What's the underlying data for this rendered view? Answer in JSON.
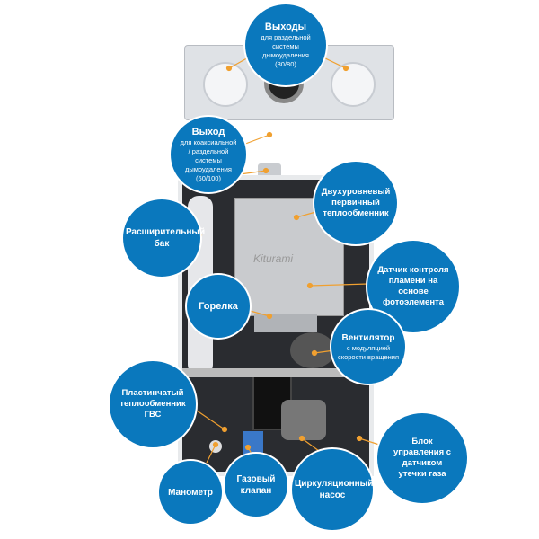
{
  "callouts": [
    {
      "title": "Выходы",
      "sub": "для раздельной системы дымоудаления (80/80)"
    },
    {
      "title": "Выход",
      "sub": "для коаксиальной / раздельной системы дымоудаления (60/100)"
    },
    {
      "title": "Двухуровневый первичный теплообменник",
      "sub": ""
    },
    {
      "title": "Расширительный бак",
      "sub": ""
    },
    {
      "title": "Датчик контроля пламени на основе фотоэлемента",
      "sub": ""
    },
    {
      "title": "Горелка",
      "sub": ""
    },
    {
      "title": "Вентилятор",
      "sub": "с модуляцией скорости вращения"
    },
    {
      "title": "Пластинчатый теплообменник ГВС",
      "sub": ""
    },
    {
      "title": "Блок управления с датчиком утечки газа",
      "sub": ""
    },
    {
      "title": "Манометр",
      "sub": ""
    },
    {
      "title": "Газовый клапан",
      "sub": ""
    },
    {
      "title": "Циркуляционный насос",
      "sub": ""
    }
  ],
  "brand": "Kiturami",
  "colors": {
    "bubble": "#0a78bd",
    "leader": "#f0a030"
  }
}
